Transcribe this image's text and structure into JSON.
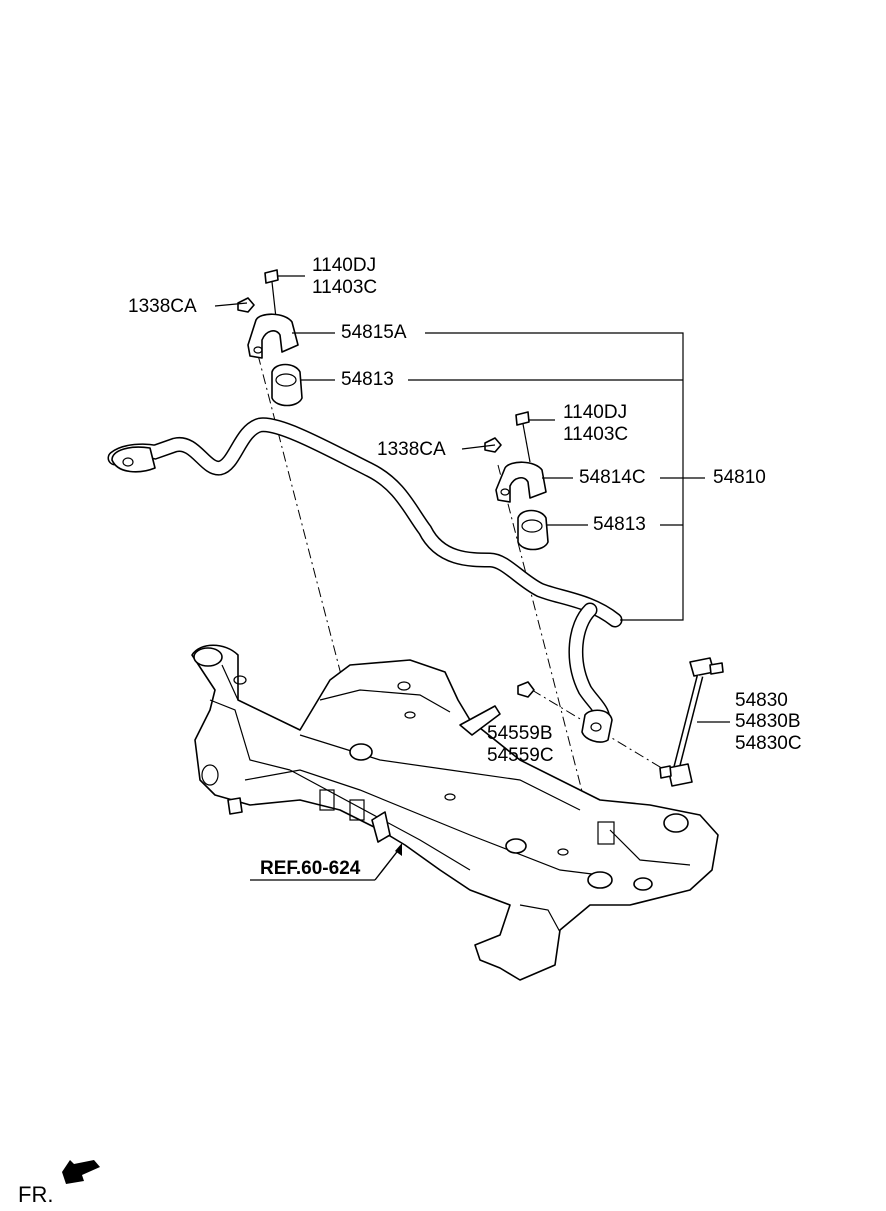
{
  "labels": {
    "bolt_upper_left": "1140DJ",
    "bolt_upper_left_alt": "11403C",
    "nut_left": "1338CA",
    "bracket_left": "54815A",
    "bushing_left": "54813",
    "bolt_upper_right": "1140DJ",
    "bolt_upper_right_alt": "11403C",
    "nut_right": "1338CA",
    "bracket_right": "54814C",
    "bushing_right": "54813",
    "stabilizer_bar": "54810",
    "link_nut_a": "54559B",
    "link_nut_b": "54559C",
    "link_a": "54830",
    "link_b": "54830B",
    "link_c": "54830C",
    "reference": "REF.60-624",
    "front_indicator": "FR."
  },
  "icons": {
    "front_arrow": "arrow-front-icon"
  }
}
